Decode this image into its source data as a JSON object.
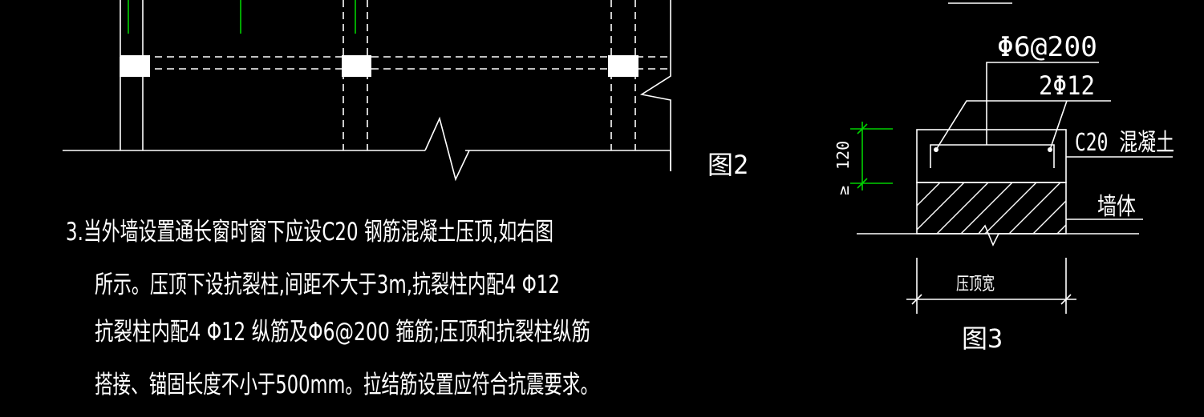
{
  "figure2": {
    "label": "图2"
  },
  "figure3": {
    "label": "图3",
    "rebar_stirrup": "Φ6@200",
    "rebar_longitudinal": "2Φ12",
    "concrete": "C20 混凝土",
    "wall": "墙体",
    "height_dim": "120",
    "height_prefix": "≥",
    "width_dim": "压顶宽"
  },
  "note": {
    "lines": [
      "3.当外墙设置通长窗时窗下应设C20 钢筋混凝土压顶,如右图",
      "所示。压顶下设抗裂柱,间距不大于3m,抗裂柱内配4 Φ12",
      "抗裂柱内配4 Φ12 纵筋及Φ6@200 箍筋;压顶和抗裂柱纵筋",
      "搭接、锚固长度不小于500mm。拉结筋设置应符合抗震要求。"
    ]
  },
  "colors": {
    "background": "#000000",
    "lines": "#ffffff",
    "dimension": "#00d000"
  }
}
